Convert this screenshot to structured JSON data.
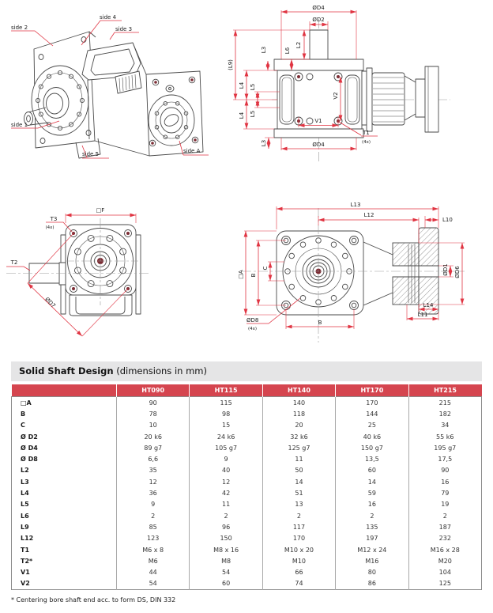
{
  "title": {
    "bold": "Solid Shaft Design",
    "normal": "(dimensions in mm)"
  },
  "footnote": "* Centering bore shaft end acc. to form DS, DIN 332",
  "colors": {
    "header_red": "#d5454f",
    "dimension_red": "#e03442",
    "titlebar_bg": "#e5e5e6",
    "line_dark": "#4a4a4a"
  },
  "table": {
    "columns": [
      "HT090",
      "HT115",
      "HT140",
      "HT170",
      "HT215"
    ],
    "rows": [
      {
        "label": "□A",
        "values": [
          "90",
          "115",
          "140",
          "170",
          "215"
        ]
      },
      {
        "label": "B",
        "values": [
          "78",
          "98",
          "118",
          "144",
          "182"
        ]
      },
      {
        "label": "C",
        "values": [
          "10",
          "15",
          "20",
          "25",
          "34"
        ]
      },
      {
        "label": "Ø D2",
        "values": [
          "20 k6",
          "24 k6",
          "32 k6",
          "40 k6",
          "55 k6"
        ]
      },
      {
        "label": "Ø D4",
        "values": [
          "89 g7",
          "105 g7",
          "125 g7",
          "150 g7",
          "195 g7"
        ]
      },
      {
        "label": "Ø D8",
        "values": [
          "6,6",
          "9",
          "11",
          "13,5",
          "17,5"
        ]
      },
      {
        "label": "L2",
        "values": [
          "35",
          "40",
          "50",
          "60",
          "90"
        ]
      },
      {
        "label": "L3",
        "values": [
          "12",
          "12",
          "14",
          "14",
          "16"
        ]
      },
      {
        "label": "L4",
        "values": [
          "36",
          "42",
          "51",
          "59",
          "79"
        ]
      },
      {
        "label": "L5",
        "values": [
          "9",
          "11",
          "13",
          "16",
          "19"
        ]
      },
      {
        "label": "L6",
        "values": [
          "2",
          "2",
          "2",
          "2",
          "2"
        ]
      },
      {
        "label": "L9",
        "values": [
          "85",
          "96",
          "117",
          "135",
          "187"
        ]
      },
      {
        "label": "L12",
        "values": [
          "123",
          "150",
          "170",
          "197",
          "232"
        ]
      },
      {
        "label": "T1",
        "values": [
          "M6 x 8",
          "M8 x 16",
          "M10 x 20",
          "M12 x 24",
          "M16 x 28"
        ]
      },
      {
        "label": "T2*",
        "values": [
          "M6",
          "M8",
          "M10",
          "M16",
          "M20"
        ]
      },
      {
        "label": "V1",
        "values": [
          "44",
          "54",
          "66",
          "80",
          "104"
        ]
      },
      {
        "label": "V2",
        "values": [
          "54",
          "60",
          "74",
          "86",
          "125"
        ]
      }
    ]
  },
  "drawings": {
    "iso": {
      "labels": {
        "side_2": "side 2",
        "side_4": "side 4",
        "side_3": "side 3",
        "side_1": "side 1",
        "side_5": "side 5",
        "side_a": "side A"
      }
    },
    "front": {
      "labels": {
        "d4_top": "ØD4",
        "d2": "ØD2",
        "l2": "L2",
        "l6": "L6",
        "l3_top": "L3",
        "l9": "(L9)",
        "l4_upper": "L4",
        "l5_upper": "L5",
        "l4_lower": "L4",
        "l5_lower": "L5",
        "v2": "V2",
        "v1": "V1",
        "t1": "T1",
        "t1_qty": "(4x)",
        "d4_bottom": "ØD4",
        "l3_bottom": "L3"
      }
    },
    "side": {
      "labels": {
        "f": "□F",
        "t3": "T3",
        "t3_qty": "(4x)",
        "t2": "T2",
        "d7": "ØD7"
      }
    },
    "section": {
      "labels": {
        "l13": "L13",
        "l12": "L12",
        "l10": "L10",
        "a": "□A",
        "b_left": "B",
        "c": "C",
        "d1": "ØD1",
        "d6": "ØD6",
        "d8": "ØD8",
        "d8_qty": "(4x)",
        "b_bottom": "B",
        "l14": "L14",
        "l11": "L11"
      }
    }
  }
}
